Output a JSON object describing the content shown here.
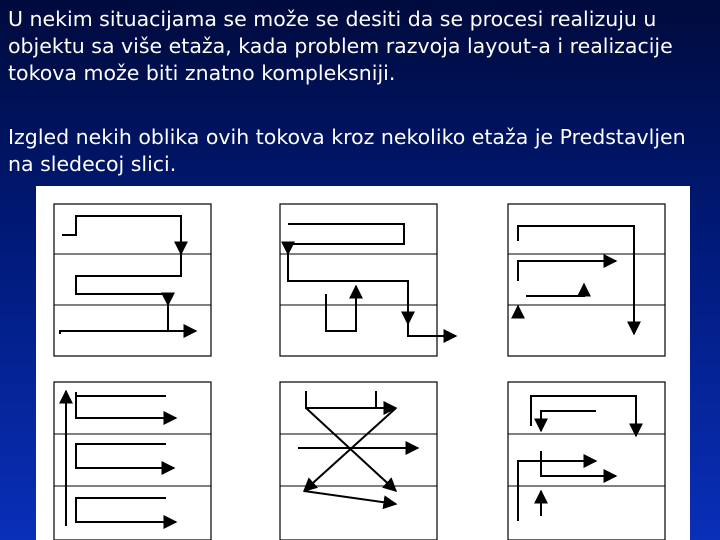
{
  "slide": {
    "paragraph_1": "U nekim situacijama se može se desiti da se procesi realizuju u objektu sa više etaža, kada problem razvoja layout-a i realizacije tokova može biti znatno kompleksniji.",
    "paragraph_2": "Izgled nekih oblika ovih tokova kroz nekoliko etaža je Predstavljen na sledecoj slici."
  },
  "figure": {
    "panel_count": 6,
    "floors_per_panel": 3,
    "line_color": "#000000",
    "background": "#ffffff"
  },
  "colors": {
    "slide_background": "#001a7a",
    "text": "#ffffff"
  }
}
